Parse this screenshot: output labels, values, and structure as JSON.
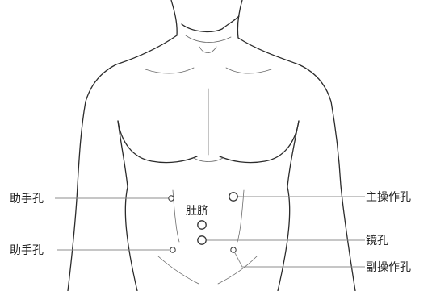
{
  "labels": {
    "assist_upper": "助手孔",
    "assist_lower": "助手孔",
    "main_port": "主操作孔",
    "navel": "肚脐",
    "scope_port": "镜孔",
    "secondary_port": "副操作孔"
  }
}
